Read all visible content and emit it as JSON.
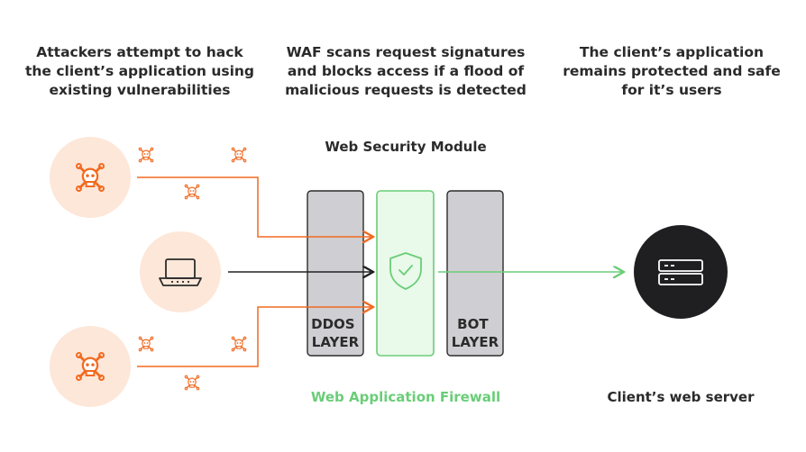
{
  "captions": {
    "attackers": "Attackers attempt to hack\nthe client’s application using\nexisting vulnerabilities",
    "waf": "WAF scans request signatures\nand blocks access if a flood of\nmalicious requests is detected",
    "client": "The client’s application\nremains protected and safe\nfor it’s users"
  },
  "module_title": "Web Security Module",
  "layers": {
    "ddos": [
      "DDOS",
      "LAYER"
    ],
    "bot": [
      "BOT",
      "LAYER"
    ]
  },
  "waf_label": "Web Application Firewall",
  "server_label": "Client’s web server",
  "colors": {
    "attack": "#F26A21",
    "attack_bg": "#FDE7D9",
    "neutral_bg": "#FDE7D9",
    "waf": "#6ACD78",
    "waf_bg": "#E9F9EA",
    "layer_fill": "#CFCED2",
    "layer_stroke": "#2B2B2B",
    "server": "#1F1F22",
    "text": "#2A2A2A"
  },
  "icons": [
    "skull-crossbones-icon",
    "laptop-icon",
    "shield-check-icon",
    "server-icon"
  ]
}
